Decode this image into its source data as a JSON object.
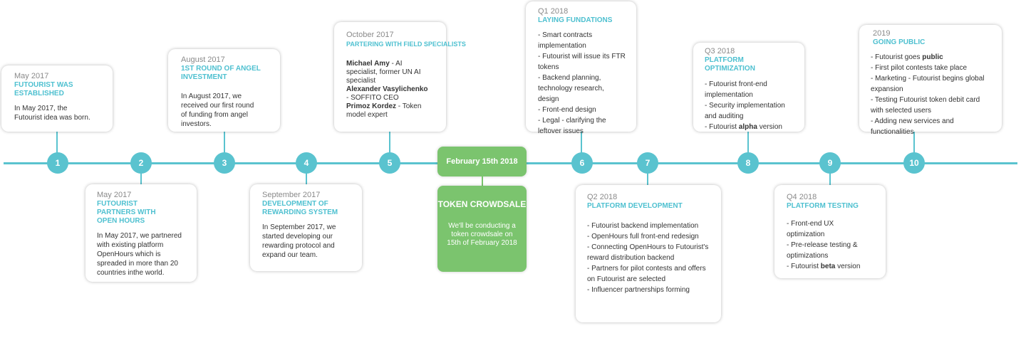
{
  "center": {
    "date": "February 15th 2018",
    "title": "TOKEN CROWDSALE",
    "text": "We'll be conducting a token crowdsale on 15th of February 2018"
  },
  "nodes": [
    "1",
    "2",
    "3",
    "4",
    "5",
    "6",
    "7",
    "8",
    "9",
    "10"
  ],
  "cards": {
    "c1": {
      "date": "May 2017",
      "heading": "FUTOURIST WAS ESTABLISHED",
      "text": "In May 2017, the Futourist idea was born."
    },
    "c2": {
      "date": "May 2017",
      "heading": "FUTOURIST PARTNERS WITH OPEN HOURS",
      "text": "In May 2017, we partnered with existing platform OpenHours which is spreaded in more than 20 countries inthe world."
    },
    "c3": {
      "date": "August 2017",
      "heading": "1ST ROUND OF ANGEL INVESTMENT",
      "text": "In August 2017, we received our first round of funding from angel investors."
    },
    "c4": {
      "date": "September 2017",
      "heading": "DEVELOPMENT OF REWARDING SYSTEM",
      "text": "In September 2017, we started developing our rewarding protocol and expand our team."
    },
    "c5": {
      "date": "October 2017",
      "heading": "PARTERING WITH FIELD SPECIALISTS",
      "people": [
        {
          "name": "Michael Amy",
          "role": " - AI specialist, former UN AI specialist"
        },
        {
          "name": "Alexander Vasylichenko",
          "role": " - SOFFITO CEO"
        },
        {
          "name": "Primoz Kordez",
          "role": " - Token model expert"
        }
      ]
    },
    "c6": {
      "date": "Q1 2018",
      "heading": "LAYING FUNDATIONS",
      "items": [
        "- Smart contracts implementation",
        "- Futourist will issue its FTR tokens",
        "- Backend planning, technology research, design",
        "- Front-end design",
        "- Legal - clarifying the leftover issues"
      ]
    },
    "c7": {
      "date": "Q2 2018",
      "heading": "PLATFORM DEVELOPMENT",
      "items": [
        "- Futourist backend implementation",
        "- OpenHours full front-end redesign",
        "- Connecting OpenHours to Futourist's reward distribution backend",
        "- Partners for pilot contests and offers on Futourist are selected",
        "- Influencer partnerships forming"
      ]
    },
    "c8": {
      "date": "Q3 2018",
      "heading": "PLATFORM OPTIMIZATION",
      "items": [
        "- Futourist front-end implementation",
        "- Security implementation and auditing"
      ],
      "last": {
        "pre": "- Futourist ",
        "bold": "alpha",
        "post": " version"
      }
    },
    "c9": {
      "date": "Q4 2018",
      "heading": "PLATFORM TESTING",
      "items": [
        "- Front-end UX optimization",
        "- Pre-release testing & optimizations"
      ],
      "last": {
        "pre": "- Futourist ",
        "bold": "beta",
        "post": " version"
      }
    },
    "c10": {
      "date": "2019",
      "heading": "GOING PUBLIC",
      "first": {
        "pre": "- Futourist goes ",
        "bold": "public"
      },
      "items": [
        "- First pilot contests take place",
        "- Marketing - Futourist begins global expansion",
        "- Testing Futourist token debit card with selected users",
        "- Adding new services and functionalities"
      ]
    }
  },
  "colors": {
    "accent": "#5ac3cf",
    "heading": "#4ec0d0",
    "green": "#7bc46e"
  }
}
